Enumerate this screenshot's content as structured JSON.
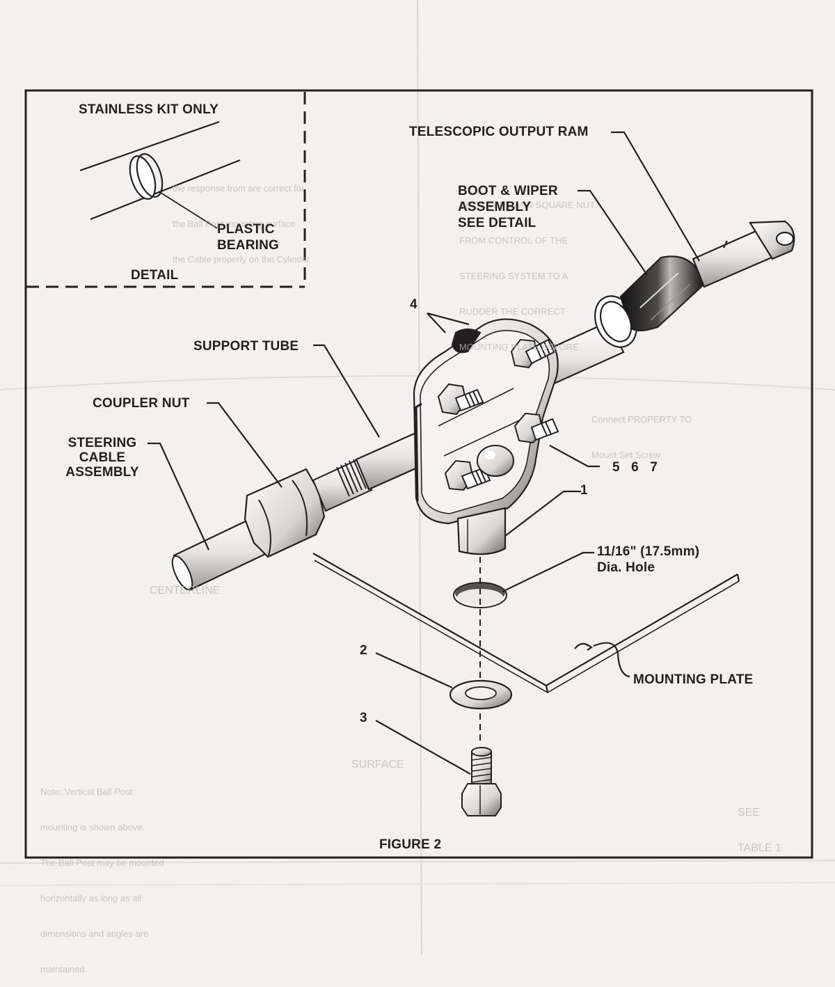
{
  "colors": {
    "ink": "#231f20",
    "paper": "#f3f1ef",
    "bleed_through": "#b9b6b4"
  },
  "detail_box": {
    "heading": "STAINLESS KIT ONLY",
    "bearing_label": [
      "PLASTIC",
      "BEARING"
    ],
    "caption": "DETAIL"
  },
  "labels": {
    "telescopic_output_ram": "TELESCOPIC OUTPUT RAM",
    "boot_wiper": [
      "BOOT & WIPER",
      "ASSEMBLY",
      "SEE DETAIL"
    ],
    "support_tube": "SUPPORT TUBE",
    "coupler_nut": "COUPLER NUT",
    "steering_cable": [
      "STEERING",
      "CABLE",
      "ASSEMBLY"
    ],
    "hole_size": "11/16\" (17.5mm)",
    "hole_desc": "Dia. Hole",
    "mounting_plate": "MOUNTING PLATE",
    "figure": "FIGURE 2"
  },
  "part_numbers": {
    "bracket": "4",
    "nuts": "5  6  7",
    "pivot": "1",
    "washer": "2",
    "bolt": "3"
  },
  "bleed_through_text": {
    "right_top": [
      "HOOK WIRE AND SQUARE NUT",
      "FROM CONTROL OF THE",
      "STEERING SYSTEM TO A",
      "RUDDER THE CORRECT",
      "MOUNTING PLATE BEFORE"
    ],
    "right_mid": [
      "Connect PROPERTY TO",
      "Mount Set Screw"
    ],
    "left_mid": [
      "the response from are correct for",
      "the Ball Post mounting surface",
      "the Cable properly on the Cylinder"
    ],
    "left_bottom": [
      "Note: Vertical Ball Post",
      "mounting is shown above.",
      "The Ball Post may be mounted",
      "horizontally as long as all",
      "dimensions and angles are",
      "maintained."
    ],
    "center_line": "CENTERLINE",
    "surface": "SURFACE",
    "see_table": [
      "SEE",
      "TABLE 1"
    ]
  }
}
